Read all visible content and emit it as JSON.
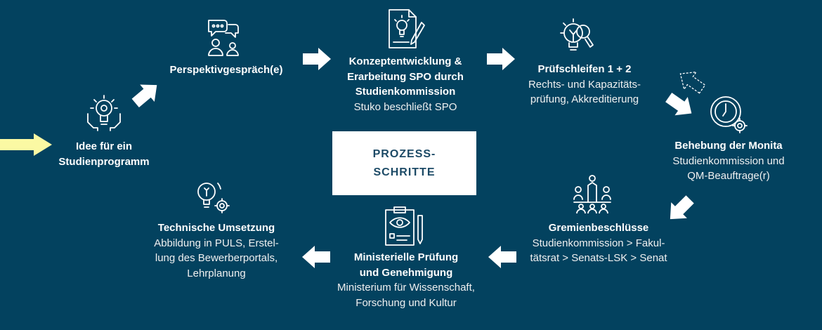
{
  "center_box": {
    "line1": "PROZESS-",
    "line2": "SCHRITTE"
  },
  "steps": [
    {
      "icon": "idea-hands-icon",
      "title": [
        "Idee für ein",
        "Studienprogramm"
      ],
      "desc": []
    },
    {
      "icon": "conversation-icon",
      "title": [
        "Perspektivgespräch(e)"
      ],
      "desc": []
    },
    {
      "icon": "document-idea-icon",
      "title": [
        "Konzeptentwicklung &",
        "Erarbeitung SPO durch",
        "Studienkommission"
      ],
      "desc": [
        "Stuko beschließt SPO"
      ]
    },
    {
      "icon": "idea-magnifier-icon",
      "title": [
        "Prüfschleifen 1 + 2"
      ],
      "desc": [
        "Rechts- und Kapazitäts-",
        "prüfung, Akkreditierung"
      ]
    },
    {
      "icon": "clock-gear-icon",
      "title": [
        "Behebung der Monita"
      ],
      "desc": [
        "Studienkommission und",
        "QM-Beauftrage(r)"
      ]
    },
    {
      "icon": "meeting-icon",
      "title": [
        "Gremienbeschlüsse"
      ],
      "desc": [
        "Studienkommission > Fakul-",
        "tätsrat > Senats-LSK > Senat"
      ]
    },
    {
      "icon": "clipboard-eye-icon",
      "title": [
        "Ministerielle Prüfung",
        "und Genehmigung"
      ],
      "desc": [
        "Ministerium für Wissenschaft,",
        "Forschung und Kultur"
      ]
    },
    {
      "icon": "idea-gear-icon",
      "title": [
        "Technische Umsetzung"
      ],
      "desc": [
        "Abbildung in PULS, Erstel-",
        "lung des Bewerberportals,",
        "Lehrplanung"
      ]
    }
  ],
  "colors": {
    "background": "#03425f",
    "start_arrow": "#fbf9a3",
    "arrow": "#ffffff",
    "box_text": "#1c4a66"
  }
}
